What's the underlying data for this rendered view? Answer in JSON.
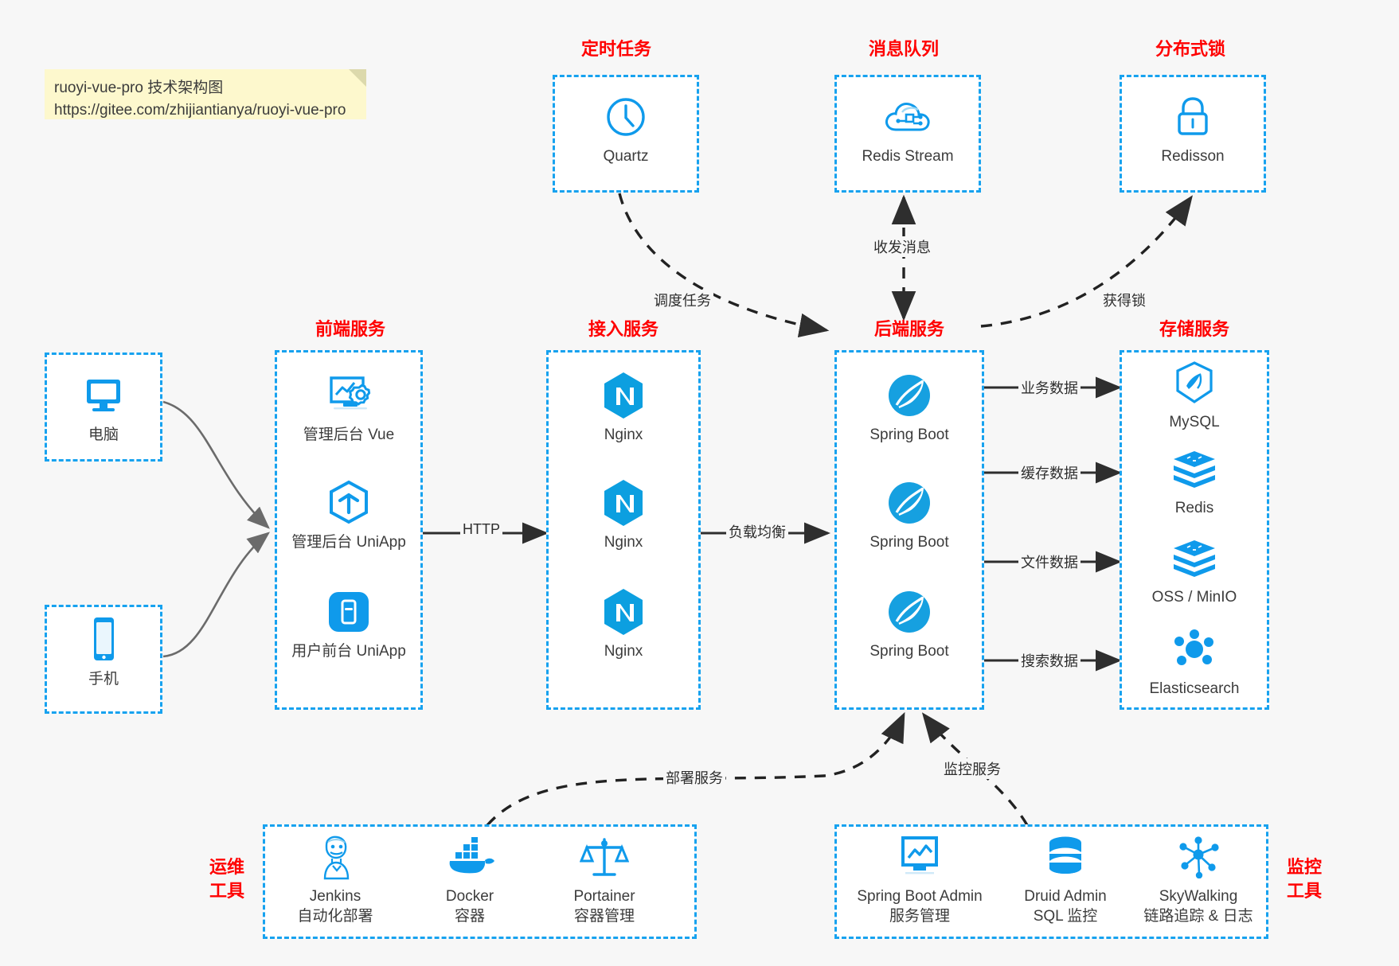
{
  "note": {
    "line1": "ruoyi-vue-pro 技术架构图",
    "line2": "https://gitee.com/zhijiantianya/ruoyi-vue-pro"
  },
  "groups": {
    "scheduler": {
      "title": "定时任务"
    },
    "mq": {
      "title": "消息队列"
    },
    "lock": {
      "title": "分布式锁"
    },
    "frontend": {
      "title": "前端服务"
    },
    "gateway": {
      "title": "接入服务"
    },
    "backend": {
      "title": "后端服务"
    },
    "storage": {
      "title": "存储服务"
    },
    "ops": {
      "title_line1": "运维",
      "title_line2": "工具"
    },
    "monitor": {
      "title_line1": "监控",
      "title_line2": "工具"
    }
  },
  "clients": [
    {
      "icon": "desktop-icon",
      "label": "电脑"
    },
    {
      "icon": "mobile-icon",
      "label": "手机"
    }
  ],
  "scheduler_nodes": [
    {
      "icon": "clock-icon",
      "label": "Quartz"
    }
  ],
  "mq_nodes": [
    {
      "icon": "cloud-stream-icon",
      "label": "Redis Stream"
    }
  ],
  "lock_nodes": [
    {
      "icon": "padlock-icon",
      "label": "Redisson"
    }
  ],
  "frontend_nodes": [
    {
      "icon": "dashboard-gear-icon",
      "label": "管理后台 Vue"
    },
    {
      "icon": "uniapp-hexagon-icon",
      "label": "管理后台 UniApp"
    },
    {
      "icon": "phone-app-icon",
      "label": "用户前台 UniApp"
    }
  ],
  "gateway_nodes": [
    {
      "icon": "nginx-icon",
      "label": "Nginx"
    },
    {
      "icon": "nginx-icon",
      "label": "Nginx"
    },
    {
      "icon": "nginx-icon",
      "label": "Nginx"
    }
  ],
  "backend_nodes": [
    {
      "icon": "spring-boot-icon",
      "label": "Spring Boot"
    },
    {
      "icon": "spring-boot-icon",
      "label": "Spring Boot"
    },
    {
      "icon": "spring-boot-icon",
      "label": "Spring Boot"
    }
  ],
  "storage_nodes": [
    {
      "icon": "mysql-icon",
      "label": "MySQL"
    },
    {
      "icon": "redis-icon",
      "label": "Redis"
    },
    {
      "icon": "oss-minio-icon",
      "label": "OSS / MinIO"
    },
    {
      "icon": "elasticsearch-icon",
      "label": "Elasticsearch"
    }
  ],
  "ops_nodes": [
    {
      "icon": "jenkins-icon",
      "label": "Jenkins",
      "sub": "自动化部署"
    },
    {
      "icon": "docker-icon",
      "label": "Docker",
      "sub": "容器"
    },
    {
      "icon": "portainer-icon",
      "label": "Portainer",
      "sub": "容器管理"
    }
  ],
  "monitor_nodes": [
    {
      "icon": "monitor-chart-icon",
      "label": "Spring Boot Admin",
      "sub": "服务管理"
    },
    {
      "icon": "database-stack-icon",
      "label": "Druid Admin",
      "sub": "SQL 监控"
    },
    {
      "icon": "skywalking-icon",
      "label": "SkyWalking",
      "sub": "链路追踪 & 日志"
    }
  ],
  "edges": [
    {
      "id": "http",
      "label": "HTTP"
    },
    {
      "id": "lb",
      "label": "负载均衡"
    },
    {
      "id": "schedule",
      "label": "调度任务"
    },
    {
      "id": "mq",
      "label": "收发消息"
    },
    {
      "id": "lock",
      "label": "获得锁"
    },
    {
      "id": "biz",
      "label": "业务数据"
    },
    {
      "id": "cache",
      "label": "缓存数据"
    },
    {
      "id": "file",
      "label": "文件数据"
    },
    {
      "id": "search",
      "label": "搜索数据"
    },
    {
      "id": "deploy",
      "label": "部署服务"
    },
    {
      "id": "observe",
      "label": "监控服务"
    }
  ],
  "colors": {
    "accent_blue": "#17a2ef",
    "icon_blue": "#0f9aeb",
    "title_red": "#ff0000",
    "arrow_gray": "#2e2e2e",
    "client_arrow": "#6b6b6b",
    "background": "#f7f7f7",
    "note_yellow": "#fdf8cd"
  }
}
